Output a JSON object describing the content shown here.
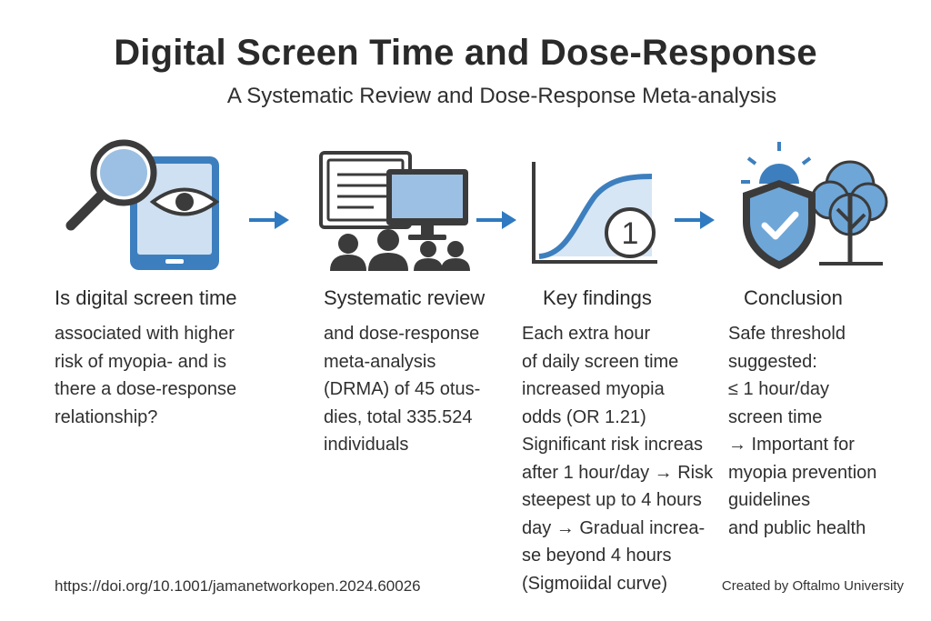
{
  "title": "Digital Screen Time and Dose-Response",
  "subtitle": "A Systematic Review and Dose-Response Meta-analysis",
  "colors": {
    "blue": "#3d7fbe",
    "light_blue": "#cfe0f2",
    "dark": "#3b3b3b",
    "arrow": "#2f7ac0"
  },
  "steps": [
    {
      "icon": "tablet-magnifier-eye-icon",
      "heading": "Is digital screen time",
      "lines": [
        "associated with higher",
        "risk of myopia- and is",
        "there a dose-response",
        "relationship?"
      ]
    },
    {
      "icon": "documents-monitor-people-icon",
      "heading": "Systematic review",
      "lines": [
        "and dose-response",
        "meta-analysis",
        "(DRMA) of 45 otus-",
        "dies, total 335.524",
        "individuals"
      ]
    },
    {
      "icon": "sigmoid-curve-chart-icon",
      "icon_label": "1",
      "heading": "Key findings",
      "lines": [
        "Each extra hour",
        "of daily screen time",
        "increased myopia",
        "odds (OR 1.21)",
        "Significant risk increas",
        "after 1 hour/day → Risk",
        "steepest up to 4 hours",
        "day → Gradual increa-",
        "se beyond 4 hours",
        "(Sigmoiidal curve)"
      ]
    },
    {
      "icon": "shield-check-tree-sun-icon",
      "heading": "Conclusion",
      "lines": [
        "Safe threshold",
        "suggested:",
        "≤ 1 hour/day",
        "screen time",
        "→ Important for",
        "myopia prevention",
        "guidelines",
        "and public health"
      ]
    }
  ],
  "footer": {
    "doi": "https://doi.org/10.1001/jamanetworkopen.2024.60026",
    "credit": "Created by Oftalmo University"
  }
}
